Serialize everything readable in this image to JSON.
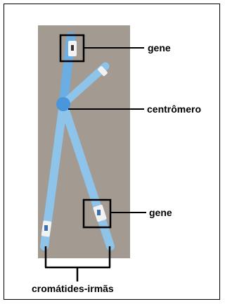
{
  "labels": {
    "gene_top": "gene",
    "centromere": "centrômero",
    "gene_bottom": "gene",
    "sister_chromatids": "cromátides-irmãs"
  },
  "colors": {
    "background": "#a39a91",
    "chromatid": "#8ec3ea",
    "chromatid_edge": "#5fa4dc",
    "centromere": "#4a96dc",
    "gene_band": "#f2f2f2",
    "line": "#000000"
  }
}
